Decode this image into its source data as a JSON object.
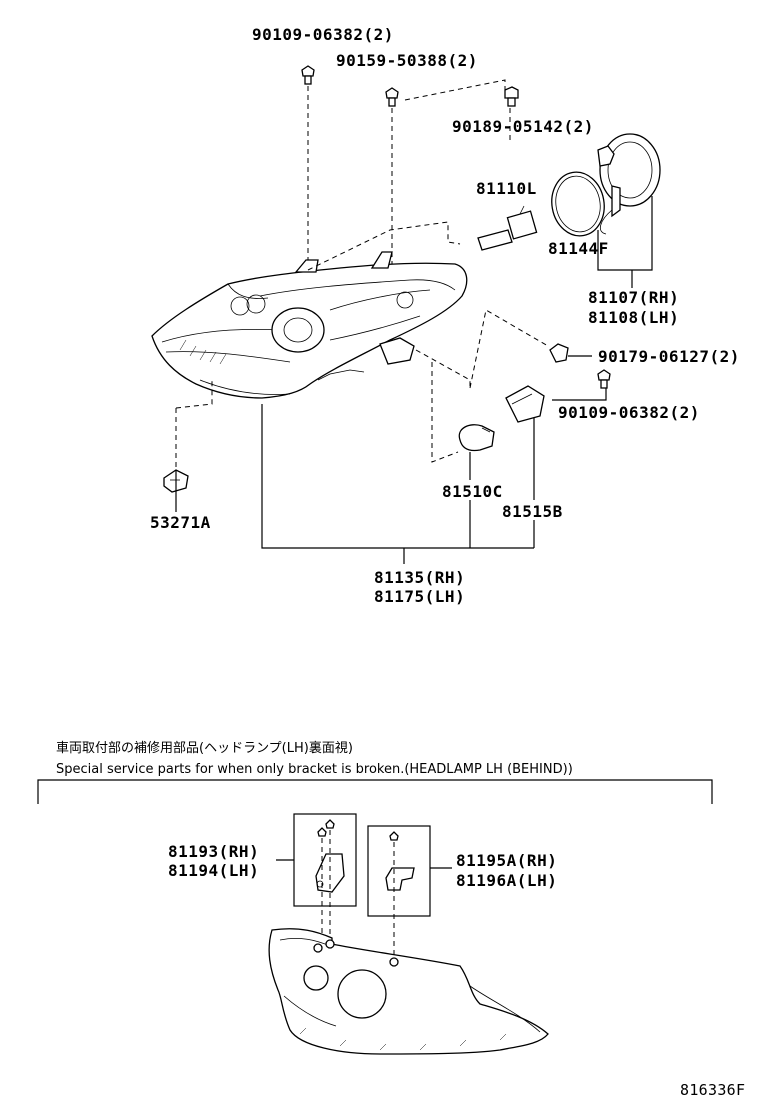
{
  "labels": {
    "p_90109_top": "90109-06382(2)",
    "p_90159": "90159-50388(2)",
    "p_90189": "90189-05142(2)",
    "p_81110L": "81110L",
    "p_81144F": "81144F",
    "p_81107": "81107(RH)",
    "p_81108": "81108(LH)",
    "p_90179": "90179-06127(2)",
    "p_90109_right": "90109-06382(2)",
    "p_81510C": "81510C",
    "p_81515B": "81515B",
    "p_53271A": "53271A",
    "p_81135": "81135(RH)",
    "p_81175": "81175(LH)",
    "p_81193": "81193(RH)",
    "p_81194": "81194(LH)",
    "p_81195A": "81195A(RH)",
    "p_81196A": "81196A(LH)",
    "footer_code": "816336F"
  },
  "notes": {
    "japanese": "車両取付部の補修用部品(ヘッドランプ(LH)裏面視)",
    "english": "Special service parts for when only bracket is broken.(HEADLAMP LH (BEHIND))"
  }
}
